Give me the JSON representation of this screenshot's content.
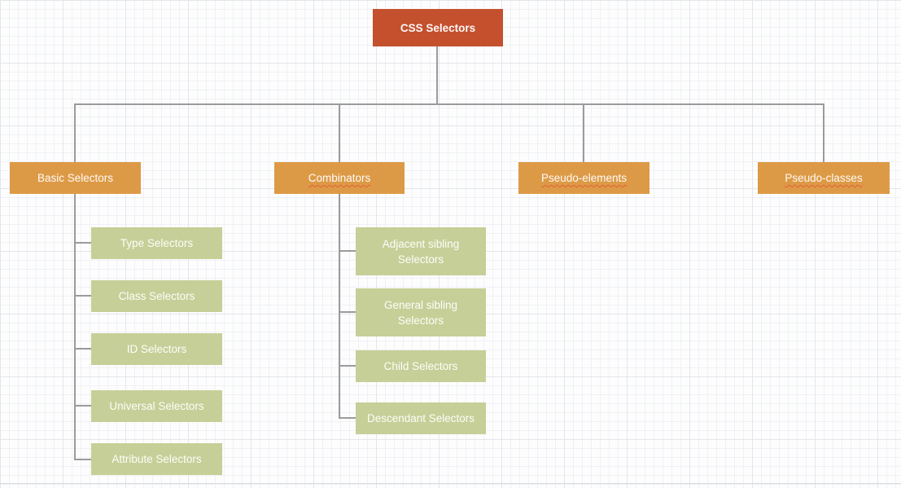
{
  "diagram_title": "CSS Selectors",
  "colors": {
    "root": "#c4502e",
    "branch": "#dd9a46",
    "leaf": "#c6cf97",
    "connector": "#9b9b9b",
    "spellcheck_underline": "#e0603a",
    "node_text": "#ffffff",
    "canvas_background": "#fdfdfe"
  },
  "nodes": {
    "root": {
      "label": "CSS Selectors"
    },
    "basic": {
      "label": "Basic Selectors"
    },
    "combinators": {
      "label": "Combinators"
    },
    "pseudo_elements": {
      "label": "Pseudo-elements"
    },
    "pseudo_classes": {
      "label": "Pseudo-classes"
    },
    "type": {
      "label": "Type Selectors"
    },
    "class": {
      "label": "Class Selectors"
    },
    "id": {
      "label": "ID Selectors"
    },
    "universal": {
      "label": "Universal Selectors"
    },
    "attribute": {
      "label": "Attribute Selectors"
    },
    "adjacent": {
      "label": "Adjacent sibling Selectors"
    },
    "general": {
      "label": "General sibling Selectors"
    },
    "child": {
      "label": "Child Selectors"
    },
    "descendant": {
      "label": "Descendant Selectors"
    }
  },
  "hierarchy": {
    "CSS Selectors": {
      "Basic Selectors": [
        "Type Selectors",
        "Class Selectors",
        "ID Selectors",
        "Universal Selectors",
        "Attribute Selectors"
      ],
      "Combinators": [
        "Adjacent sibling Selectors",
        "General sibling Selectors",
        "Child Selectors",
        "Descendant Selectors"
      ],
      "Pseudo-elements": [],
      "Pseudo-classes": []
    }
  },
  "spellcheck_flagged": [
    "Combinators",
    "Pseudo-elements",
    "Pseudo-classes"
  ]
}
